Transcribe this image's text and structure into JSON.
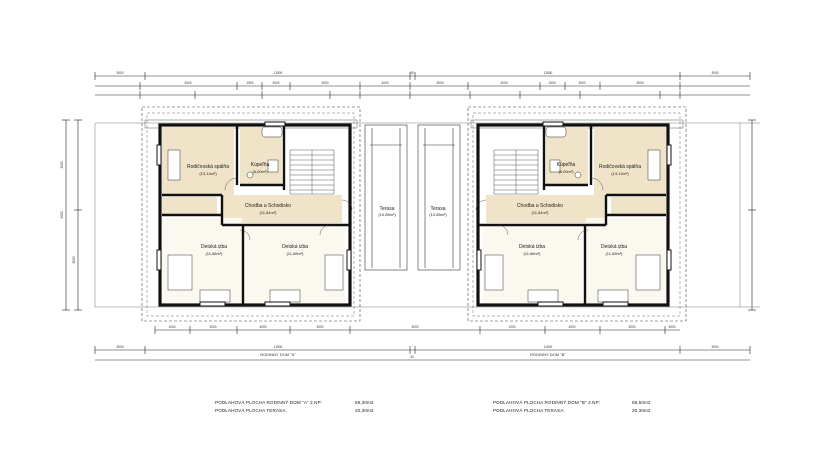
{
  "house_a": {
    "rooms": {
      "master_bedroom": {
        "name": "Rodičovská spálňa",
        "area": "(13,14m²)"
      },
      "bathroom": {
        "name": "Kúpeľňa",
        "area": "(6,00m²)"
      },
      "hallway": {
        "name": "Chodba a Schodisko",
        "area": "(11,81m²)"
      },
      "kids_room_1": {
        "name": "Detská izba",
        "area": "(11,66m²)"
      },
      "kids_room_2": {
        "name": "Detská izba",
        "area": "(11,69m²)"
      },
      "terrace": {
        "name": "Terasa",
        "area": "(10,85m²)"
      }
    },
    "caption": "RODINNÝ DOM \"A\"",
    "summary": {
      "floor_area_label": "PODLAHOVÁ PLOCHA RODINNÝ DOM \"A\" 2.NP:",
      "floor_area_value": "58,30m2",
      "terrace_label": "PODLAHOVÁ PLOCHA TERASA:",
      "terrace_value": "20,30m2"
    }
  },
  "house_b": {
    "rooms": {
      "master_bedroom": {
        "name": "Rodičovská spálňa",
        "area": "(13,14m²)"
      },
      "bathroom": {
        "name": "Kúpeľňa",
        "area": "(6,00m²)"
      },
      "hallway": {
        "name": "Chodba a Schodisko",
        "area": "(11,81m²)"
      },
      "kids_room_1": {
        "name": "Detská izba",
        "area": "(11,66m²)"
      },
      "kids_room_2": {
        "name": "Detská izba",
        "area": "(11,69m²)"
      },
      "terrace": {
        "name": "Terasa",
        "area": "(10,85m²)"
      }
    },
    "caption": "RODINNÝ DOM \"B\"",
    "summary": {
      "floor_area_label": "PODLAHOVÁ PLOCHA RODINNÝ DOM \"B\" 2.NP:",
      "floor_area_value": "58,50m2",
      "terrace_label": "PODLAHOVÁ PLOCHA TERASA:",
      "terrace_value": "20,30m2"
    }
  },
  "dimensions": {
    "top_overall": [
      "3000",
      "11500",
      "30",
      "11500",
      "3000"
    ],
    "top_row2": [
      "4000",
      "1500",
      "3000",
      "3000",
      "4000",
      "3000",
      "4000",
      "1500",
      "3000",
      "3000"
    ],
    "bottom_row1": [
      "1000",
      "3000",
      "4000",
      "3000",
      "3000",
      "1000",
      "4000",
      "3000",
      "3000"
    ],
    "bottom_overall": [
      "3000",
      "11500",
      "30",
      "11500",
      "3000"
    ],
    "left_side": [
      "3000",
      "9000",
      "3000"
    ]
  }
}
